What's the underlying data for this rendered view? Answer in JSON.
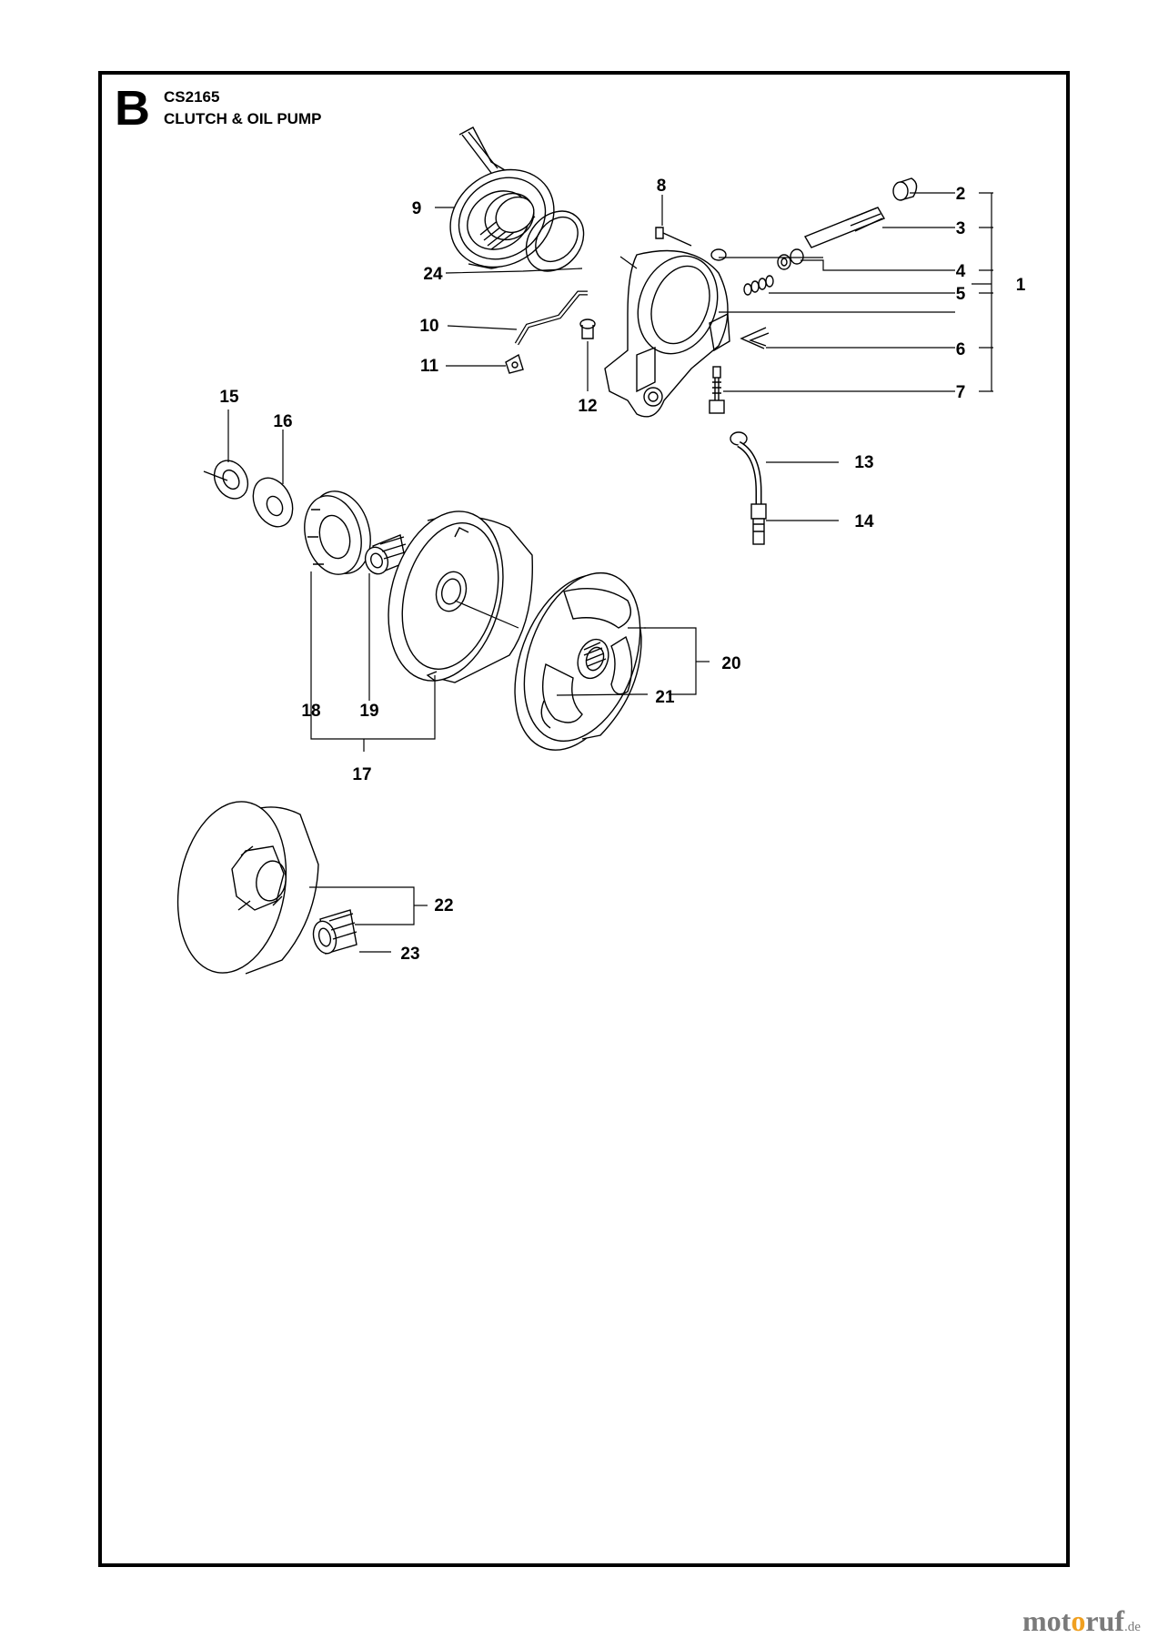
{
  "header": {
    "section_letter": "B",
    "model": "CS2165",
    "title": "CLUTCH & OIL PUMP"
  },
  "parts": {
    "p1": "1",
    "p2": "2",
    "p3": "3",
    "p4": "4",
    "p5": "5",
    "p6": "6",
    "p7": "7",
    "p8": "8",
    "p9": "9",
    "p10": "10",
    "p11": "11",
    "p12": "12",
    "p13": "13",
    "p14": "14",
    "p15": "15",
    "p16": "16",
    "p17": "17",
    "p18": "18",
    "p19": "19",
    "p20": "20",
    "p21": "21",
    "p22": "22",
    "p23": "23",
    "p24": "24"
  },
  "watermark": {
    "pre": "mot",
    "o": "o",
    "post": "ruf",
    "tld": ".de"
  },
  "colors": {
    "line": "#000000",
    "watermark_gray": "#7a7a7a",
    "watermark_orange": "#f0a020"
  }
}
